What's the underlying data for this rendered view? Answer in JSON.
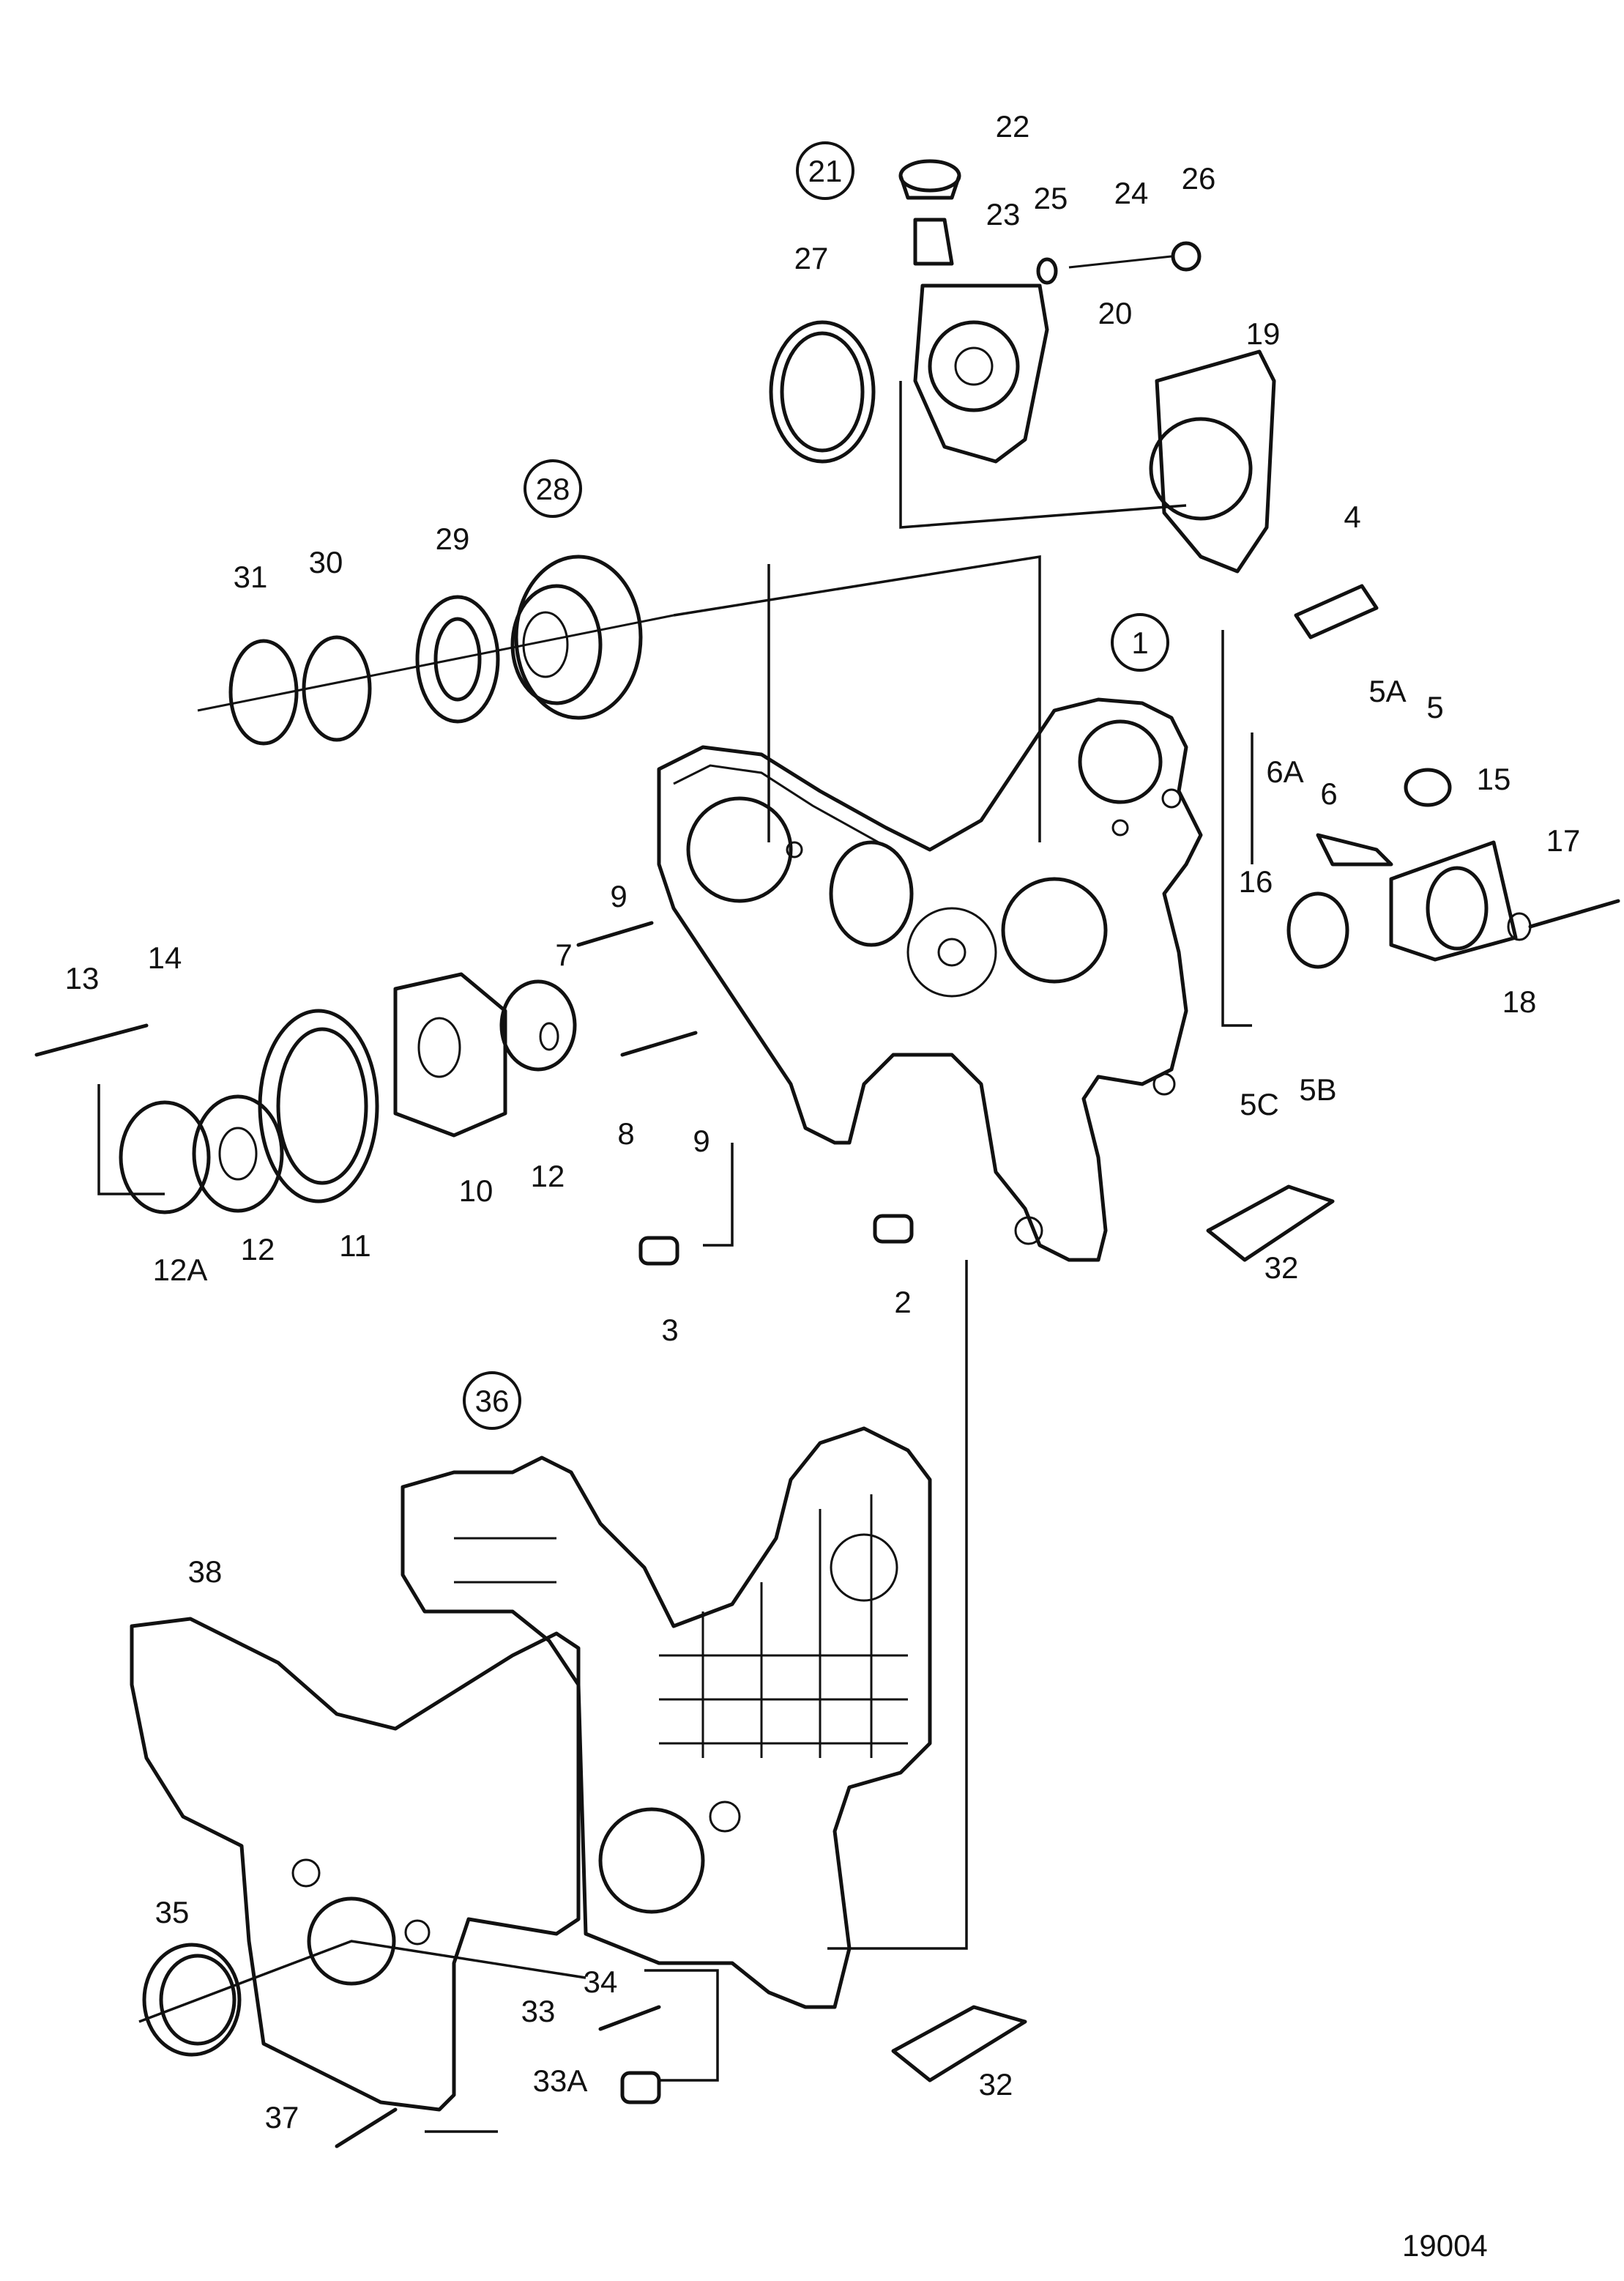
{
  "figure_number": "19004",
  "callouts": [
    "1",
    "2",
    "3",
    "4",
    "5",
    "5A",
    "5B",
    "5C",
    "6",
    "6A",
    "7",
    "8",
    "9",
    "9",
    "10",
    "11",
    "12",
    "12",
    "12A",
    "13",
    "14",
    "15",
    "16",
    "17",
    "18",
    "19",
    "20",
    "21",
    "22",
    "23",
    "24",
    "25",
    "26",
    "27",
    "28",
    "29",
    "30",
    "31",
    "32",
    "32",
    "33",
    "33A",
    "34",
    "35",
    "36",
    "37",
    "38"
  ],
  "circled_callouts": [
    "1",
    "21",
    "28",
    "36"
  ]
}
